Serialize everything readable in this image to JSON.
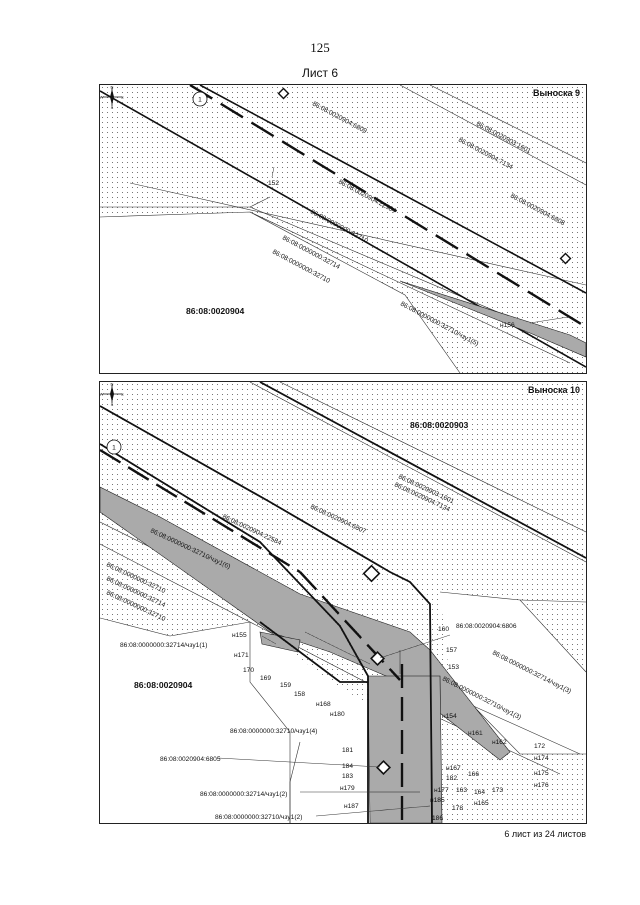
{
  "page": {
    "number": "125",
    "sheet_title": "Лист 6",
    "footer": "6 лист из 24 листов"
  },
  "panel1": {
    "title": "Выноска 9",
    "marker": "1",
    "compass": {
      "n": "N",
      "s": "S",
      "w": "W",
      "e": "E"
    },
    "parcel_label": "86:08:0020904",
    "labels": [
      {
        "text": "86:08:0020904:6809"
      },
      {
        "text": "86:08:0020903:1601"
      },
      {
        "text": "86:08:0020904:7134"
      },
      {
        "text": "86:08:0020904:22584"
      },
      {
        "text": "86:08:0020904:6808"
      },
      {
        "text": "86:08:0000000:32710"
      },
      {
        "text": "86:08:0000000:32714"
      },
      {
        "text": "86:08:0000000:32710"
      },
      {
        "text": "86:08:0000000:32710/чзу1(5)"
      }
    ],
    "points": [
      {
        "text": "152"
      },
      {
        "text": "н156"
      }
    ]
  },
  "panel2": {
    "title": "Выноска 10",
    "marker": "1",
    "compass": {
      "n": "N",
      "s": "S",
      "w": "W",
      "e": "E"
    },
    "parcel_labels": [
      "86:08:0020903",
      "86:08:0020904"
    ],
    "labels": [
      {
        "text": "86:08:0020903:1601"
      },
      {
        "text": "86:08:0020904:7134"
      },
      {
        "text": "86:08:0020904:6807"
      },
      {
        "text": "86:08:0020904:22584"
      },
      {
        "text": "86:08:0000000:32710/чзу1(6)"
      },
      {
        "text": "86:08:0000000:32710"
      },
      {
        "text": "86:08:0000000:32714"
      },
      {
        "text": "86:08:0000000:32710"
      },
      {
        "text": "86:08:0000000:32714/чзу1(1)"
      },
      {
        "text": "86:08:0020904:6806"
      },
      {
        "text": "86:08:0000000:32714/чзу1(3)"
      },
      {
        "text": "86:08:0000000:32710/чзу1(3)"
      },
      {
        "text": "86:08:0000000:32710/чзу1(4)"
      },
      {
        "text": "86:08:0020904:6805"
      },
      {
        "text": "86:08:0000000:32714/чзу1(2)"
      },
      {
        "text": "86:08:0000000:32710/чзу1(2)"
      }
    ],
    "points": [
      {
        "text": "н155"
      },
      {
        "text": "н171"
      },
      {
        "text": "170"
      },
      {
        "text": "169"
      },
      {
        "text": "159"
      },
      {
        "text": "158"
      },
      {
        "text": "160"
      },
      {
        "text": "157"
      },
      {
        "text": "153"
      },
      {
        "text": "н168"
      },
      {
        "text": "н180"
      },
      {
        "text": "н154"
      },
      {
        "text": "н161"
      },
      {
        "text": "н162"
      },
      {
        "text": "172"
      },
      {
        "text": "н174"
      },
      {
        "text": "181"
      },
      {
        "text": "184"
      },
      {
        "text": "183"
      },
      {
        "text": "н167"
      },
      {
        "text": "182"
      },
      {
        "text": "166"
      },
      {
        "text": "н175"
      },
      {
        "text": "н176"
      },
      {
        "text": "н179"
      },
      {
        "text": "н177"
      },
      {
        "text": "163"
      },
      {
        "text": "164"
      },
      {
        "text": "173"
      },
      {
        "text": "н185"
      },
      {
        "text": "н165"
      },
      {
        "text": "178"
      },
      {
        "text": "н187"
      },
      {
        "text": "186"
      }
    ]
  }
}
